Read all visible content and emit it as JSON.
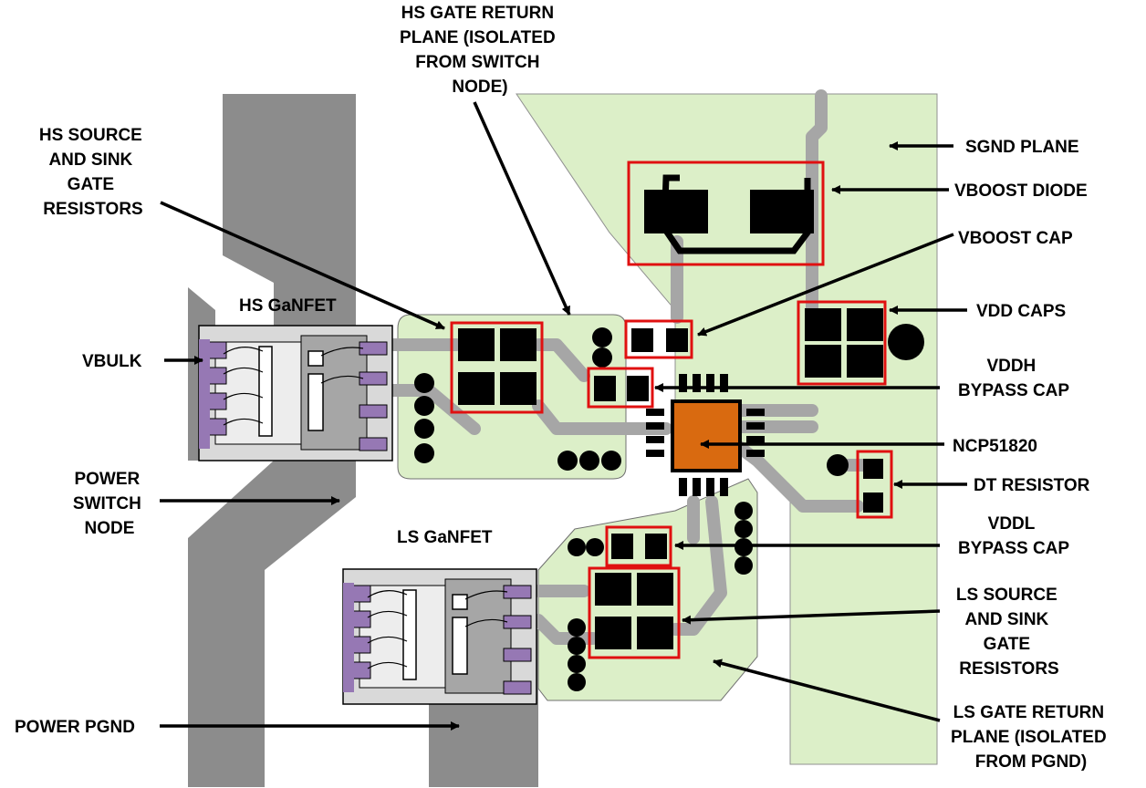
{
  "labels": {
    "hs_gate_return": [
      "HS GATE  RETURN",
      "PLANE (ISOLATED",
      "FROM SWITCH",
      "NODE)"
    ],
    "hs_source_sink": [
      "HS SOURCE",
      "AND SINK",
      "GATE",
      "RESISTORS"
    ],
    "sgnd_plane": "SGND PLANE",
    "vboost_diode": "VBOOST DIODE",
    "vboost_cap": "VBOOST CAP",
    "vdd_caps": "VDD CAPS",
    "vddh_bypass": [
      "VDDH",
      "BYPASS CAP"
    ],
    "ncp": "NCP51820",
    "dt_resistor": "DT RESISTOR",
    "vddl_bypass": [
      "VDDL",
      "BYPASS CAP"
    ],
    "ls_source_sink": [
      "LS SOURCE",
      "AND SINK",
      "GATE",
      "RESISTORS"
    ],
    "ls_gate_return": [
      "LS GATE RETURN",
      "PLANE (ISOLATED",
      "FROM PGND)"
    ],
    "hs_ganfet": "HS GaNFET",
    "ls_ganfet": "LS GaNFET",
    "vbulk": "VBULK",
    "power_switch_node": [
      "POWER",
      "SWITCH",
      "NODE"
    ],
    "power_pgnd": "POWER PGND"
  },
  "colors": {
    "plane_green": "#dcefc8",
    "copper_gray": "#8c8c8c",
    "trace_gray": "#a6a6a6",
    "fet_body": "#d9d9d9",
    "pad_purple": "#9678b4",
    "ic_orange": "#d96a10",
    "highlight_red": "#e01010"
  }
}
